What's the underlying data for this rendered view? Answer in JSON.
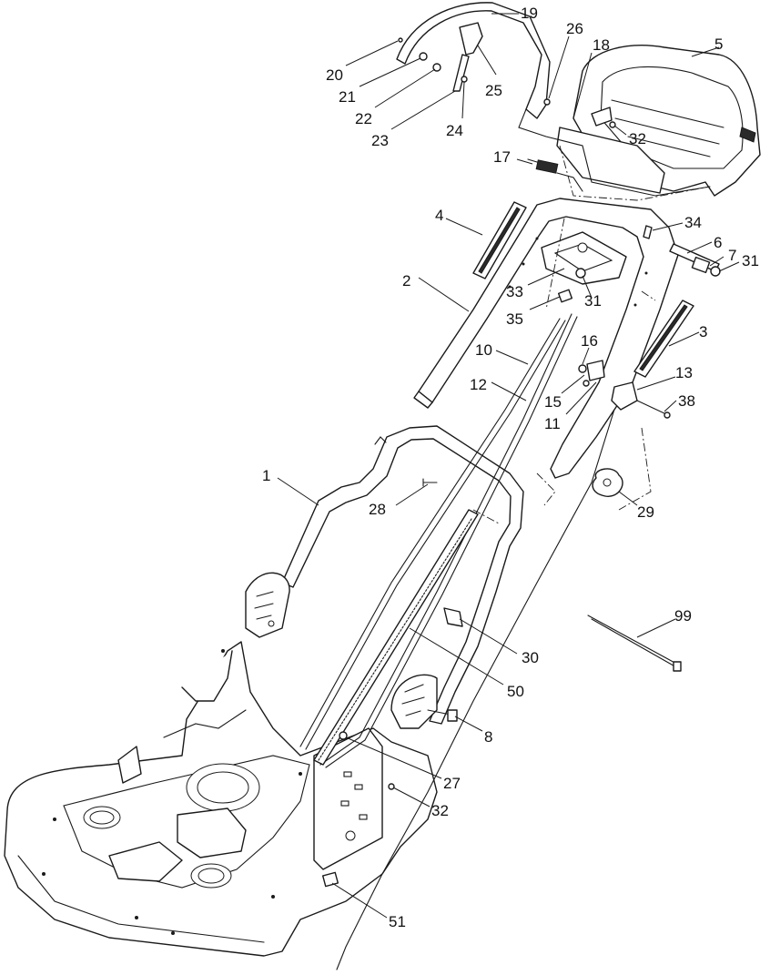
{
  "callouts": [
    {
      "id": "c1",
      "text": "1"
    },
    {
      "id": "c2",
      "text": "2"
    },
    {
      "id": "c3",
      "text": "3"
    },
    {
      "id": "c4",
      "text": "4"
    },
    {
      "id": "c5",
      "text": "5"
    },
    {
      "id": "c6",
      "text": "6"
    },
    {
      "id": "c7",
      "text": "7"
    },
    {
      "id": "c8",
      "text": "8"
    },
    {
      "id": "c10",
      "text": "10"
    },
    {
      "id": "c11",
      "text": "11"
    },
    {
      "id": "c12",
      "text": "12"
    },
    {
      "id": "c13",
      "text": "13"
    },
    {
      "id": "c15",
      "text": "15"
    },
    {
      "id": "c16",
      "text": "16"
    },
    {
      "id": "c17",
      "text": "17"
    },
    {
      "id": "c18",
      "text": "18"
    },
    {
      "id": "c19",
      "text": "19"
    },
    {
      "id": "c20",
      "text": "20"
    },
    {
      "id": "c21",
      "text": "21"
    },
    {
      "id": "c22",
      "text": "22"
    },
    {
      "id": "c23",
      "text": "23"
    },
    {
      "id": "c24",
      "text": "24"
    },
    {
      "id": "c25",
      "text": "25"
    },
    {
      "id": "c26",
      "text": "26"
    },
    {
      "id": "c27",
      "text": "27"
    },
    {
      "id": "c28",
      "text": "28"
    },
    {
      "id": "c29",
      "text": "29"
    },
    {
      "id": "c30",
      "text": "30"
    },
    {
      "id": "c31a",
      "text": "31"
    },
    {
      "id": "c31b",
      "text": "31"
    },
    {
      "id": "c32a",
      "text": "32"
    },
    {
      "id": "c32b",
      "text": "32"
    },
    {
      "id": "c33",
      "text": "33"
    },
    {
      "id": "c34",
      "text": "34"
    },
    {
      "id": "c35",
      "text": "35"
    },
    {
      "id": "c38",
      "text": "38"
    },
    {
      "id": "c50",
      "text": "50"
    },
    {
      "id": "c51",
      "text": "51"
    },
    {
      "id": "c99",
      "text": "99"
    }
  ]
}
